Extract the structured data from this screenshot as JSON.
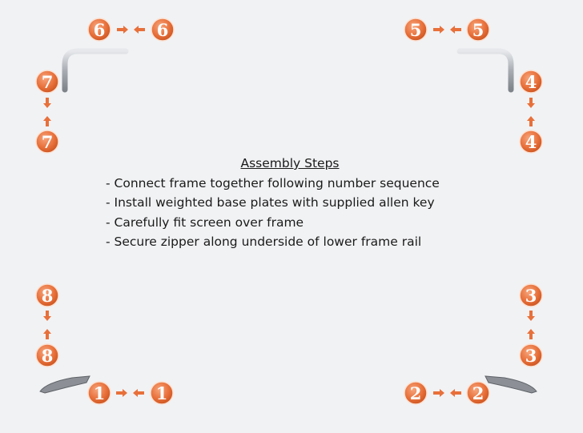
{
  "assembly": {
    "heading": "Assembly Steps",
    "steps": [
      "- Connect frame together following number sequence",
      "- Install weighted base plates with supplied allen key",
      "- Carefully fit screen over frame",
      "- Secure zipper along underside of lower frame rail"
    ]
  },
  "markers": [
    {
      "id": "1",
      "label": "1"
    },
    {
      "id": "2",
      "label": "2"
    },
    {
      "id": "3",
      "label": "3"
    },
    {
      "id": "4",
      "label": "4"
    },
    {
      "id": "5",
      "label": "5"
    },
    {
      "id": "6",
      "label": "6"
    },
    {
      "id": "7",
      "label": "7"
    },
    {
      "id": "8",
      "label": "8"
    }
  ],
  "colors": {
    "marker": "#e8703a",
    "arrow": "#e8703a",
    "frame": "#b9bcc1",
    "background": "#f1f2f4"
  }
}
